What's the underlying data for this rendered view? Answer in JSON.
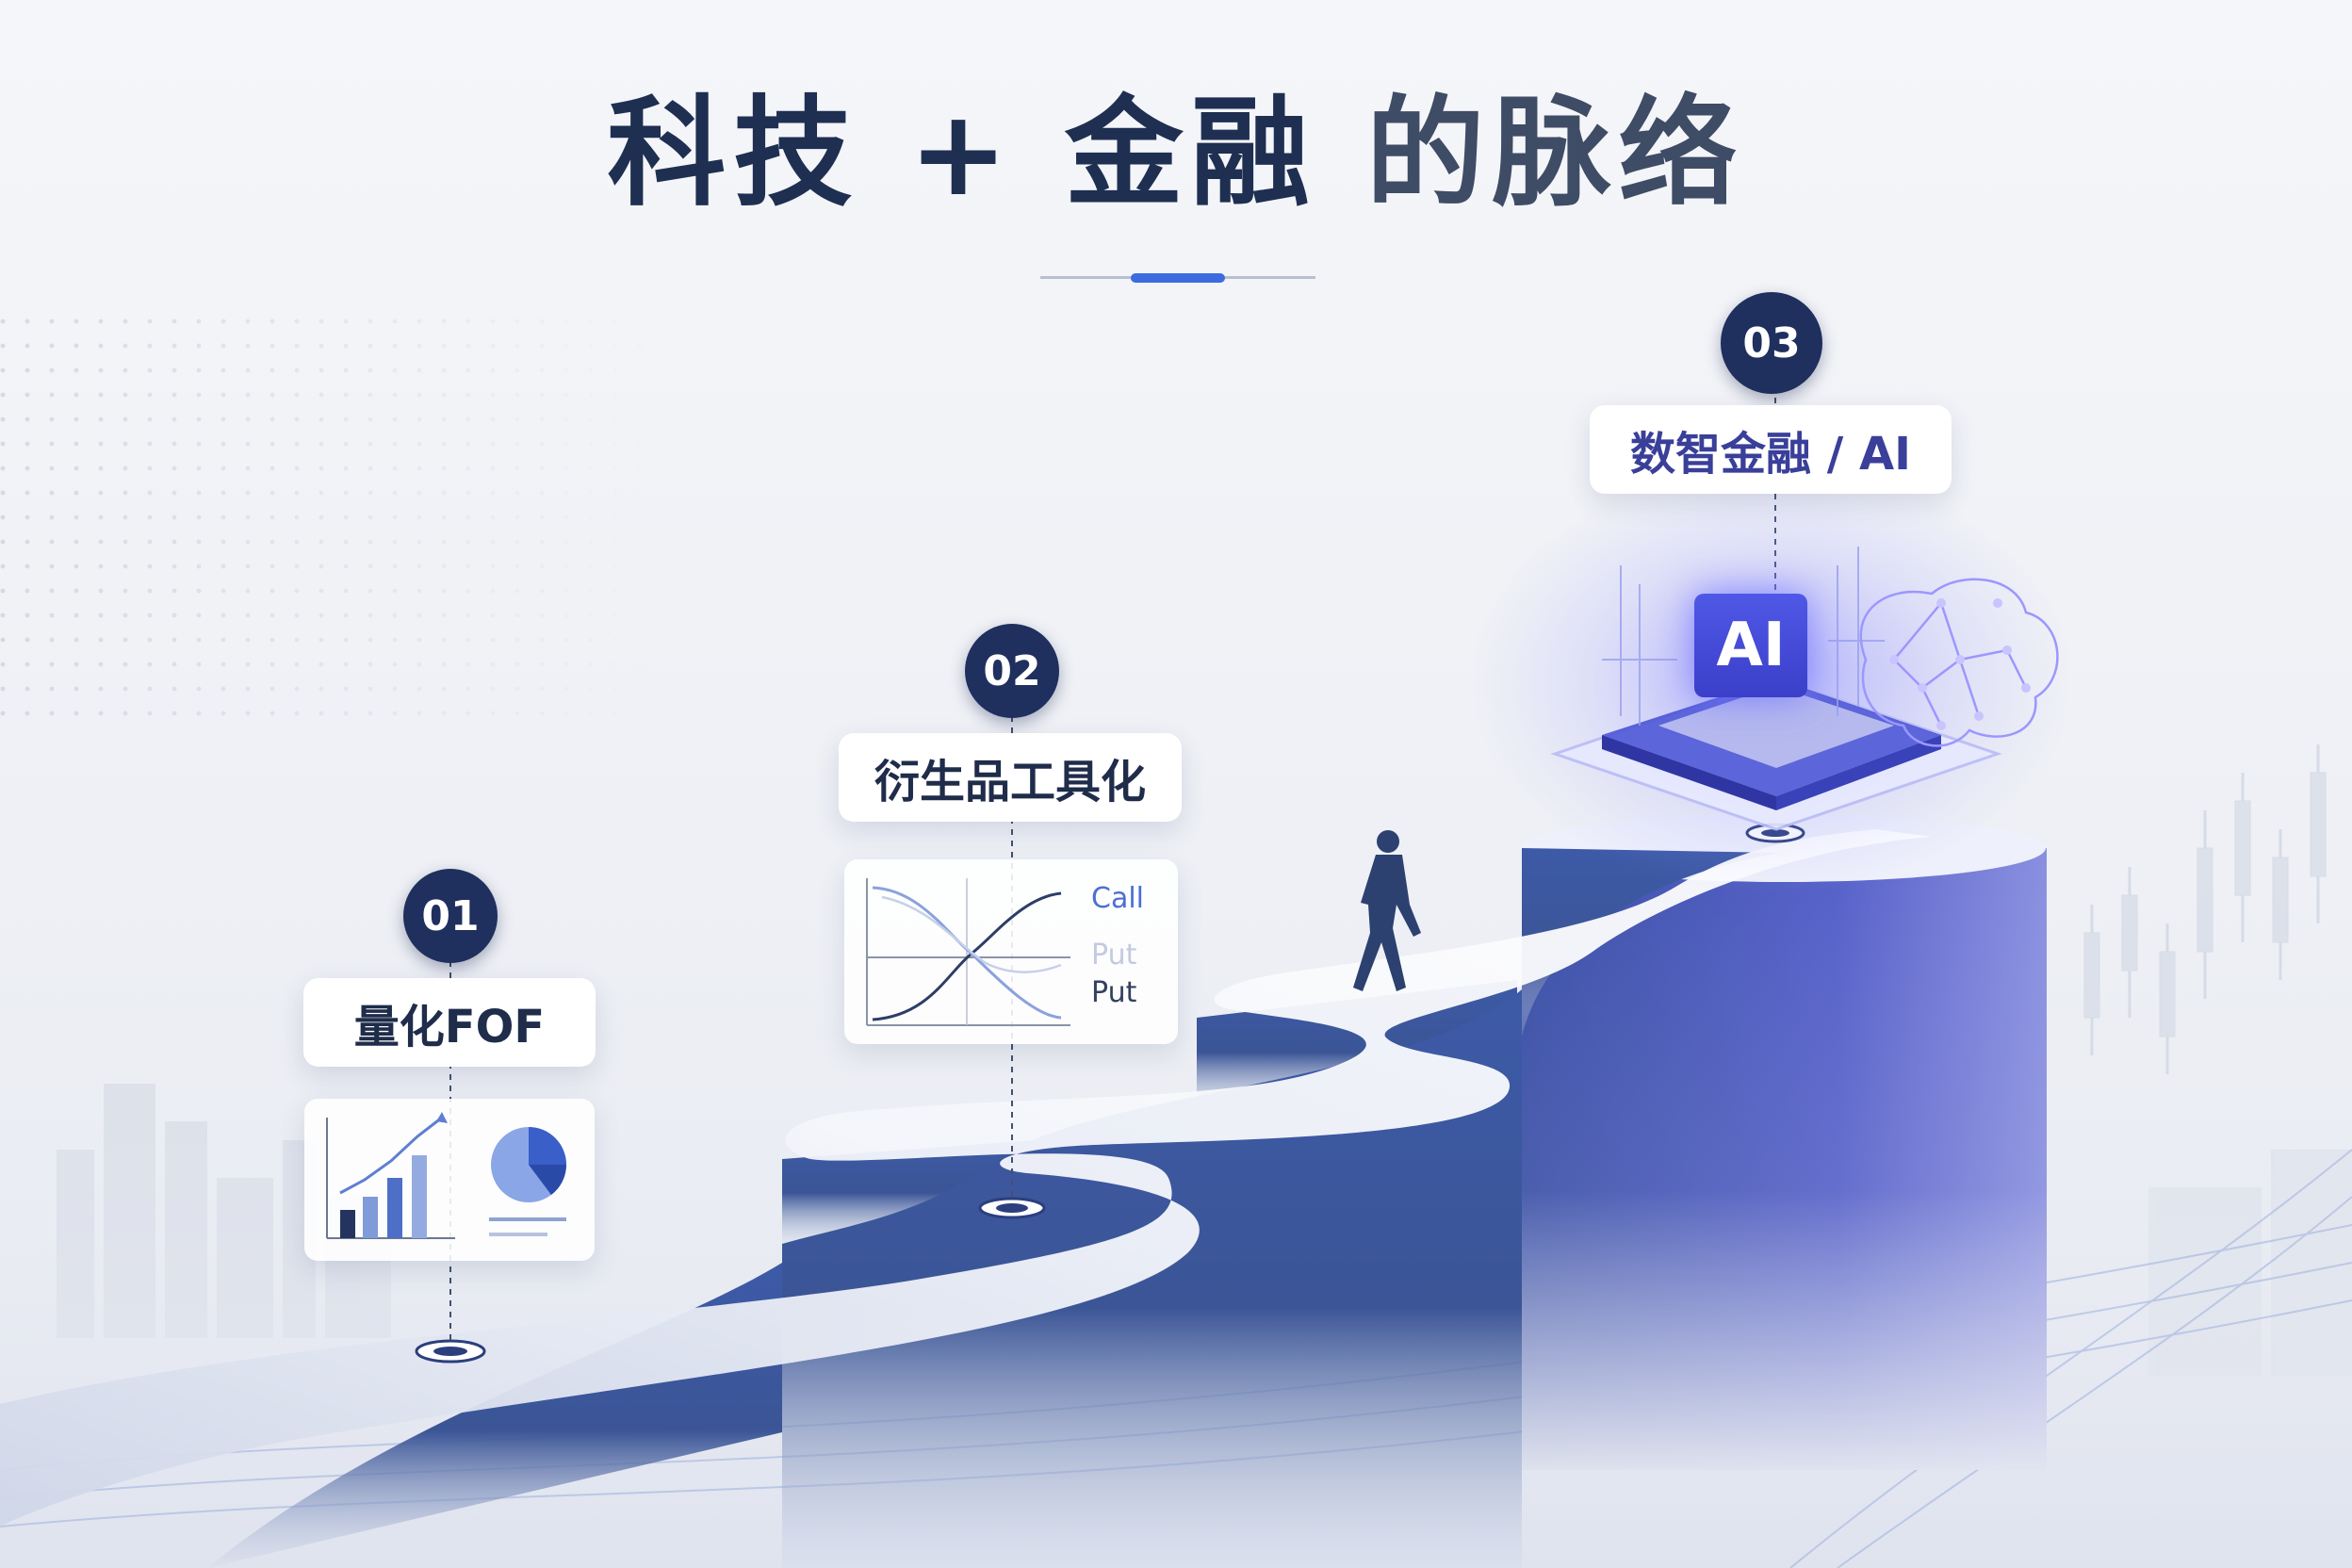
{
  "title": {
    "main": "科技 + 金融",
    "suffix": "的脉络"
  },
  "stages": [
    {
      "number": "01",
      "label": "量化FOF"
    },
    {
      "number": "02",
      "label": "衍生品工具化",
      "chart_legend": [
        "Call",
        "Put",
        "Put"
      ]
    },
    {
      "number": "03",
      "label": "数智金融 / AI",
      "chip_text": "AI"
    }
  ],
  "colors": {
    "navy": "#1f2f5e",
    "title": "#1e2f52",
    "accent": "#3c6be0",
    "ai_glow": "#6b6bff",
    "path": "#2e4a8a"
  },
  "icons": [
    "bar-chart-icon",
    "pie-chart-icon",
    "option-payoff-chart-icon",
    "ai-chip-icon",
    "brain-network-icon",
    "walking-person-icon"
  ]
}
